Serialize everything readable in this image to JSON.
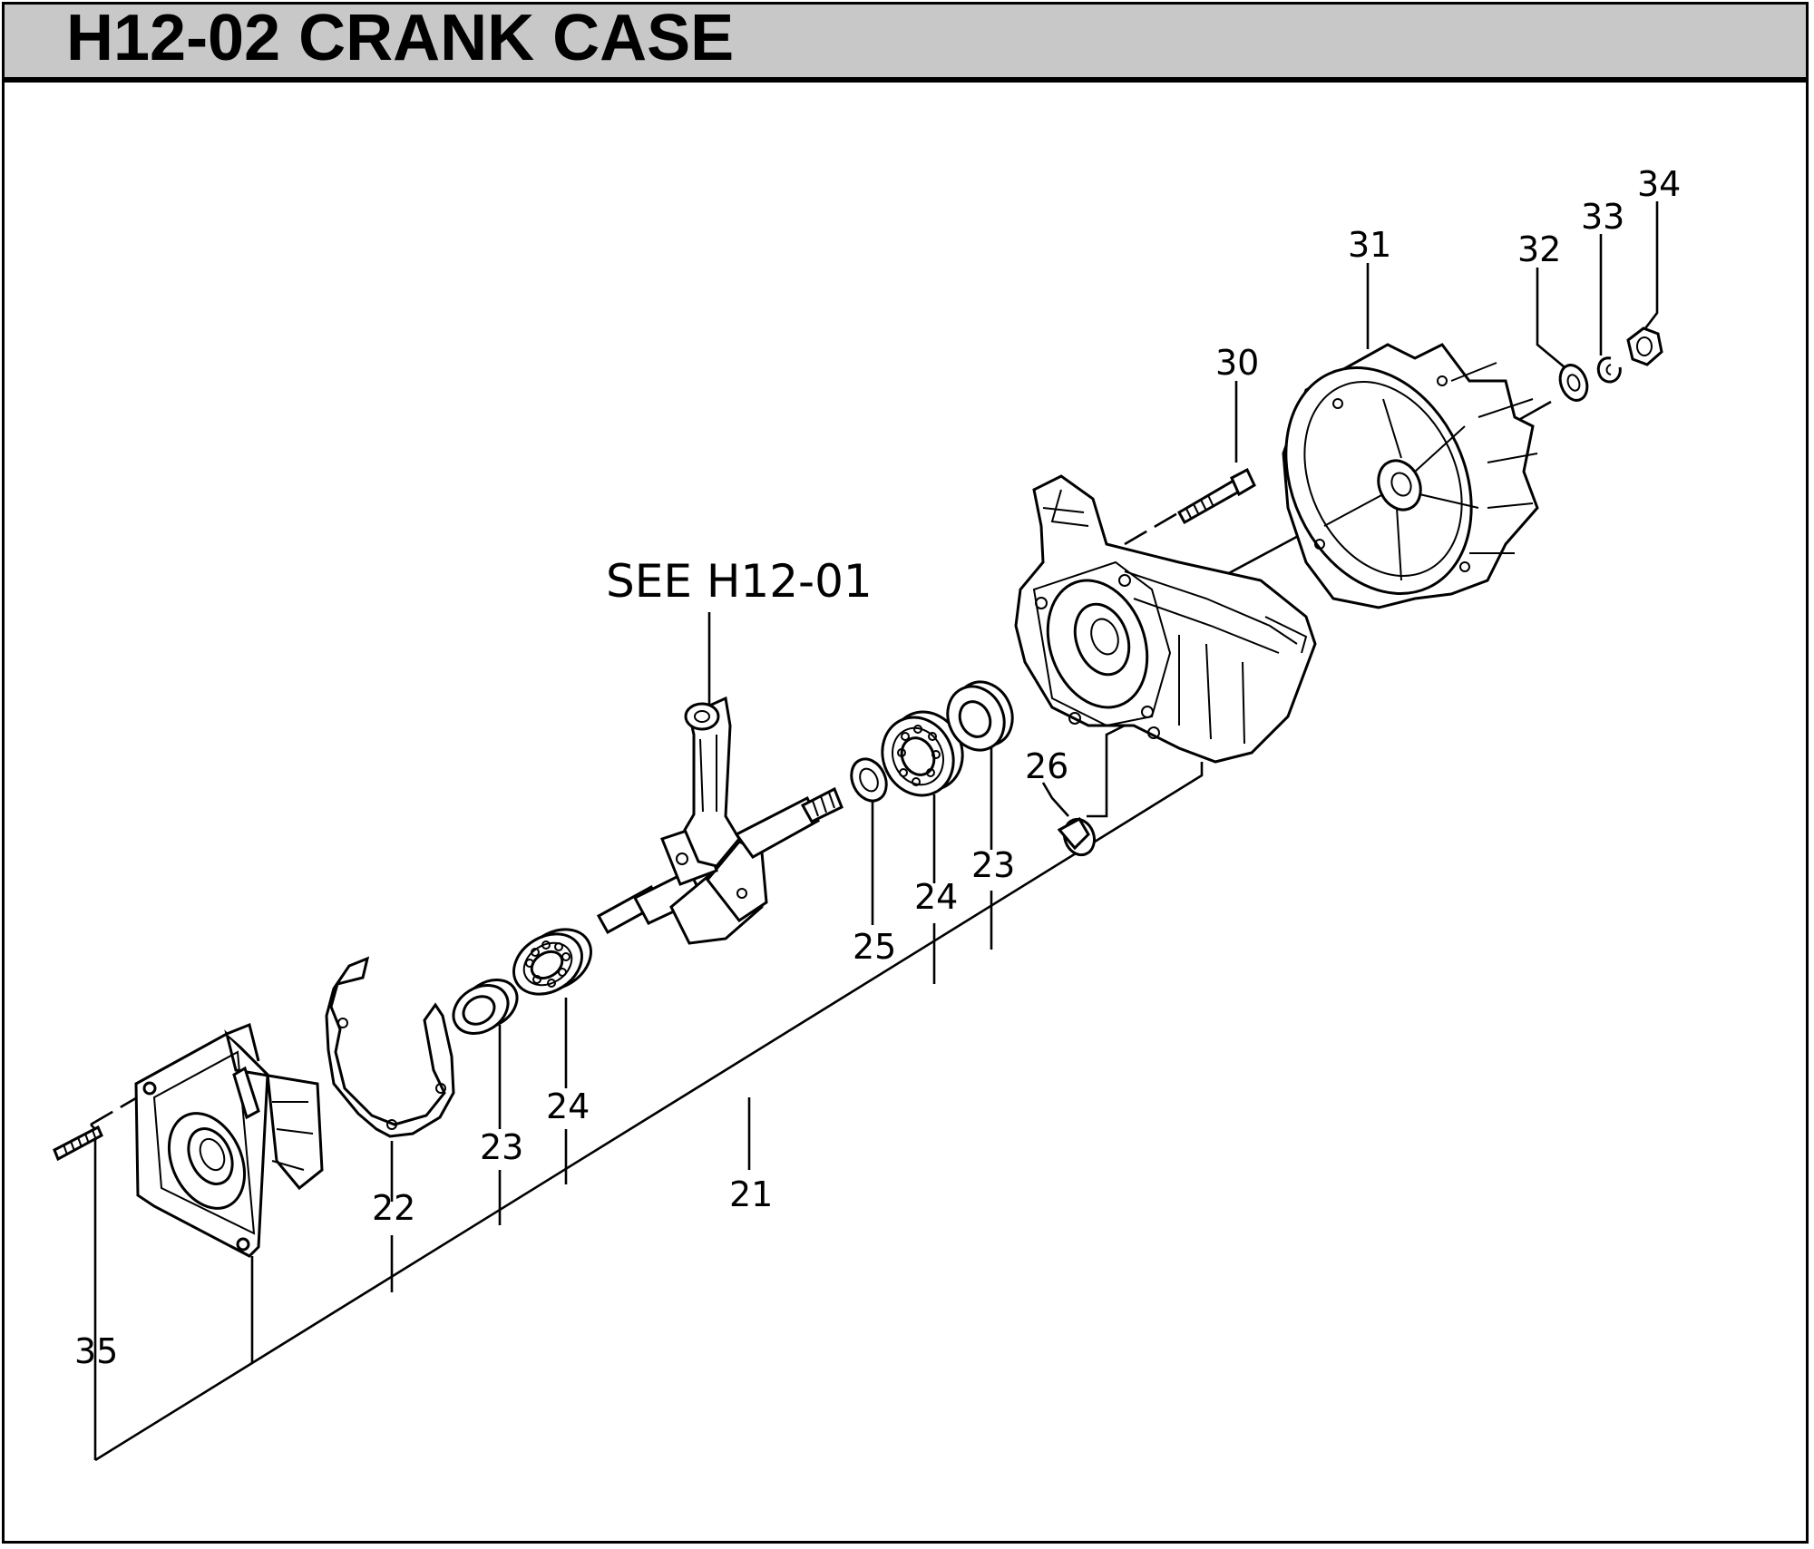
{
  "page": {
    "title": "H12-02 CRANK CASE"
  },
  "diagram": {
    "reference_note": "SEE H12-01",
    "callouts": [
      {
        "id": "c35",
        "label": "35"
      },
      {
        "id": "c22",
        "label": "22"
      },
      {
        "id": "c23a",
        "label": "23"
      },
      {
        "id": "c24a",
        "label": "24"
      },
      {
        "id": "c21",
        "label": "21"
      },
      {
        "id": "c25",
        "label": "25"
      },
      {
        "id": "c24b",
        "label": "24"
      },
      {
        "id": "c23b",
        "label": "23"
      },
      {
        "id": "c26",
        "label": "26"
      },
      {
        "id": "c30",
        "label": "30"
      },
      {
        "id": "c31",
        "label": "31"
      },
      {
        "id": "c32",
        "label": "32"
      },
      {
        "id": "c33",
        "label": "33"
      },
      {
        "id": "c34",
        "label": "34"
      }
    ]
  }
}
